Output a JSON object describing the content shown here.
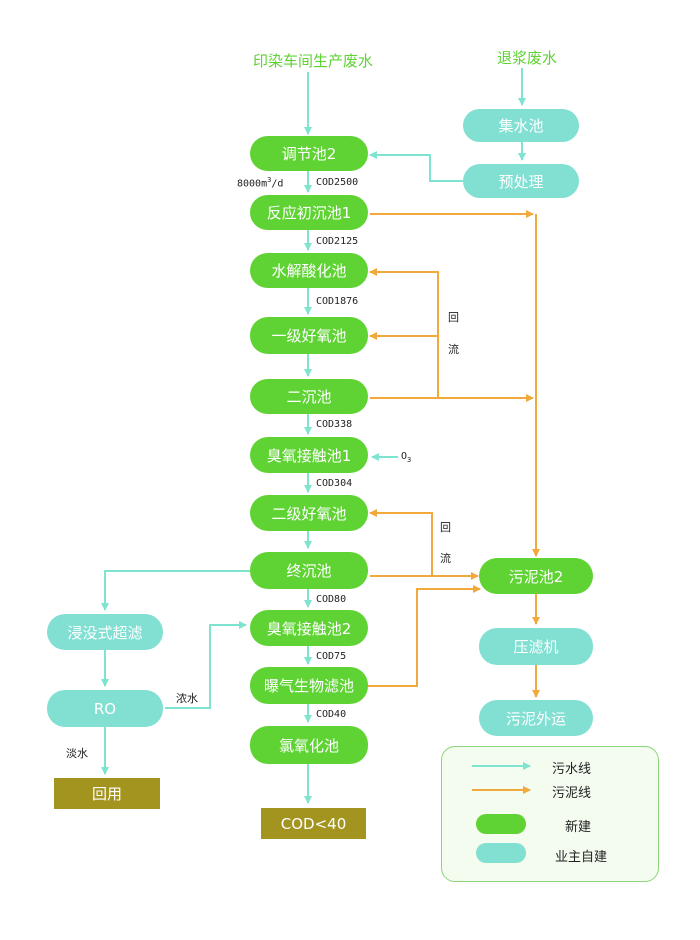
{
  "sources": {
    "dyeing": "印染车间生产废水",
    "desizing": "退浆废水"
  },
  "nodes": {
    "tiaojie": "调节池2",
    "fanying": "反应初沉池1",
    "shuijie": "水解酸化池",
    "haoyang1": "一级好氧池",
    "erchen": "二沉池",
    "chouyang1": "臭氧接触池1",
    "haoyang2": "二级好氧池",
    "zhongchen": "终沉池",
    "chouyang2": "臭氧接触池2",
    "baoqi": "曝气生物滤池",
    "lvhua": "氯氧化池",
    "jishui": "集水池",
    "yuchuli": "预处理",
    "wuni": "污泥池2",
    "yalv": "压滤机",
    "waiyun": "污泥外运",
    "jinmo": "浸没式超滤",
    "ro": "RO",
    "huiyong": "回用",
    "outlet": "COD<40"
  },
  "labels": {
    "flow_prefix": "8000m",
    "flow_sup": "3",
    "flow_suffix": "/d",
    "cod1": "COD2500",
    "cod2": "COD2125",
    "cod3": "COD1876",
    "cod4": "COD338",
    "cod5": "COD304",
    "cod6": "COD80",
    "cod7": "COD75",
    "cod8": "COD40",
    "o3_main": "O",
    "o3_sub": "3",
    "hui1": "回",
    "liu1": "流",
    "hui2": "回",
    "liu2": "流",
    "nongshui": "浓水",
    "danshui": "淡水"
  },
  "legend": {
    "sewage": "污水线",
    "sludge": "污泥线",
    "new": "新建",
    "owner": "业主自建"
  },
  "colors": {
    "new": "#5fd334",
    "owner": "#82e0d3",
    "sewage": "#7ee3cf",
    "sludge": "#f2a93b",
    "outlet": "#a39420"
  }
}
